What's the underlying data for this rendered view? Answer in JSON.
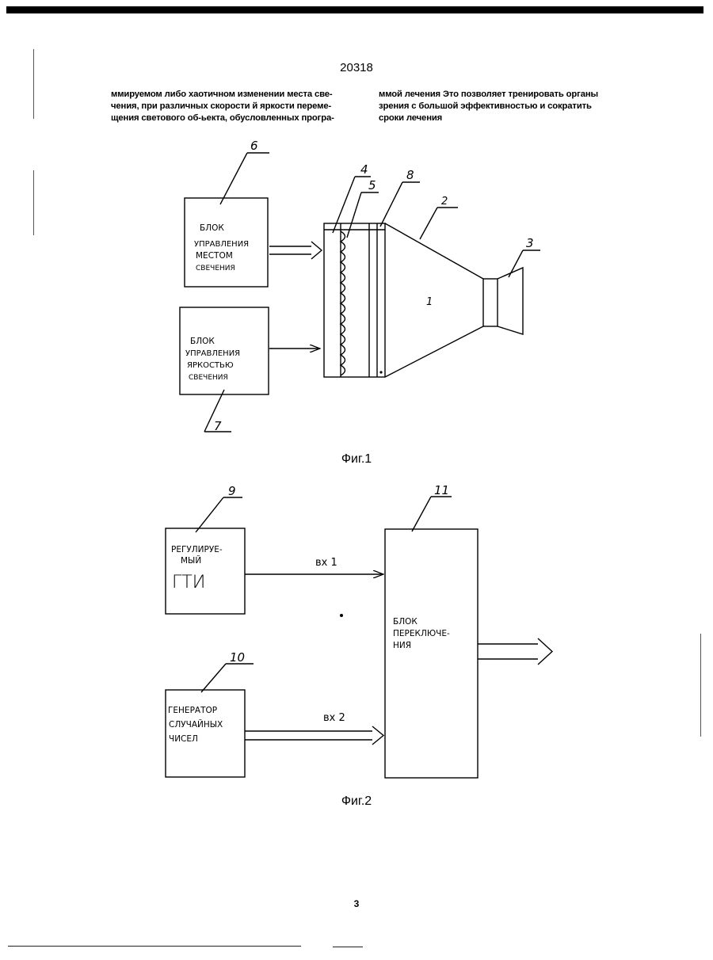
{
  "header": {
    "doc_number": "20318"
  },
  "text_columns": {
    "left": [
      "ммируемом либо хаотичном изменении места све-",
      "чения, при различных скорости й яркости переме-",
      "щения светового об-ьекта, обусловленных програ-"
    ],
    "right": [
      "ммой лечения  Это позволяет тренировать органы",
      "зрения с большой эффективностью и сократить",
      "сроки лечения"
    ]
  },
  "fig1": {
    "caption": "Фиг.1",
    "block6": {
      "num": "6",
      "lines": [
        "БЛОК",
        "УПРАВЛЕНИЯ",
        "МЕСТОМ",
        "СВЕЧЕНИЯ"
      ]
    },
    "block7": {
      "num": "7",
      "lines": [
        "БЛОК",
        "УПРАВЛЕНИЯ",
        "ЯРКОСТЬЮ",
        "СВЕЧЕНИЯ"
      ]
    },
    "labels": {
      "l1": "1",
      "l2": "2",
      "l3": "3",
      "l4": "4",
      "l5": "5",
      "l8": "8"
    }
  },
  "fig2": {
    "caption": "Фиг.2",
    "block9": {
      "num": "9",
      "lines": [
        "РЕГУЛИРУЕ-",
        "МЫЙ"
      ],
      "big": "ГТИ"
    },
    "block10": {
      "num": "10",
      "lines": [
        "ГЕНЕРАТОР",
        "СЛУЧАЙНЫХ",
        "ЧИСЕЛ"
      ]
    },
    "block11": {
      "num": "11",
      "lines": [
        "БЛОК",
        "ПЕРЕКЛЮЧЕ-",
        "НИЯ"
      ]
    },
    "input1": "вх 1",
    "input2": "вх 2"
  },
  "footer": {
    "page_number": "3"
  }
}
